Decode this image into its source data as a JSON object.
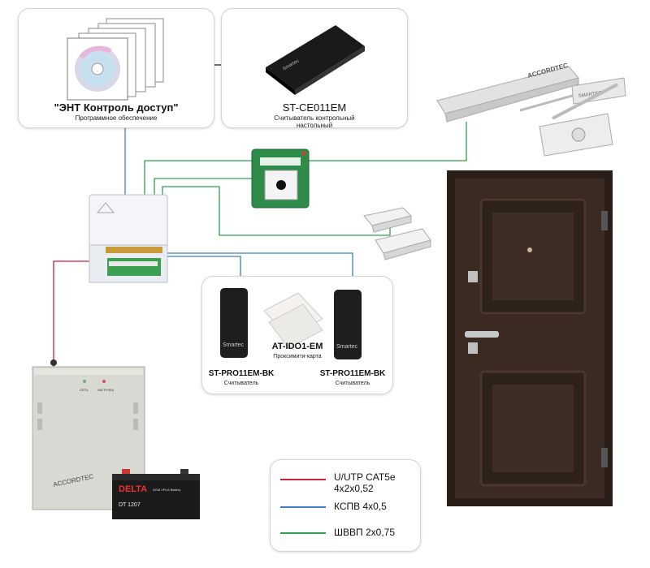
{
  "software": {
    "title": "\"ЭНТ Контроль доступ\"",
    "subtitle": "Программное обеспечение"
  },
  "desktop_reader": {
    "model": "ST-CE011EM",
    "desc_line1": "Считыватель контрольный",
    "desc_line2": "настольный"
  },
  "proximity_card": {
    "model": "AT-IDO1-EM",
    "desc": "Проксимити-карта"
  },
  "reader_left": {
    "model": "ST-PRO11EM-BK",
    "desc": "Считыватель"
  },
  "reader_right": {
    "model": "ST-PRO11EM-BK",
    "desc": "Считыватель"
  },
  "reader_logo": "Smartec",
  "lock_brand": "ACCORDTEC",
  "closer_brand": "SMARTEC",
  "psu": {
    "brand": "ACCORDTEC",
    "led1": "СЕТЬ",
    "led2": "НАГРУЗКА"
  },
  "battery": {
    "brand": "DELTA",
    "type": "AGM VRLA Battery",
    "model": "DT 1207"
  },
  "legend": [
    {
      "label_line1": "U/UTP CAT5e",
      "label_line2": "4x2x0,52",
      "color": "#d01c3c"
    },
    {
      "label_line1": "КСПВ 4х0,5",
      "label_line2": "",
      "color": "#3a7fc4"
    },
    {
      "label_line1": "ШВВП 2х0,75",
      "label_line2": "",
      "color": "#2ea24a"
    }
  ],
  "colors": {
    "utp": "#d01c3c",
    "kspv": "#3a7fc4",
    "shvvp": "#2ea24a",
    "door": "#3a2a22"
  }
}
